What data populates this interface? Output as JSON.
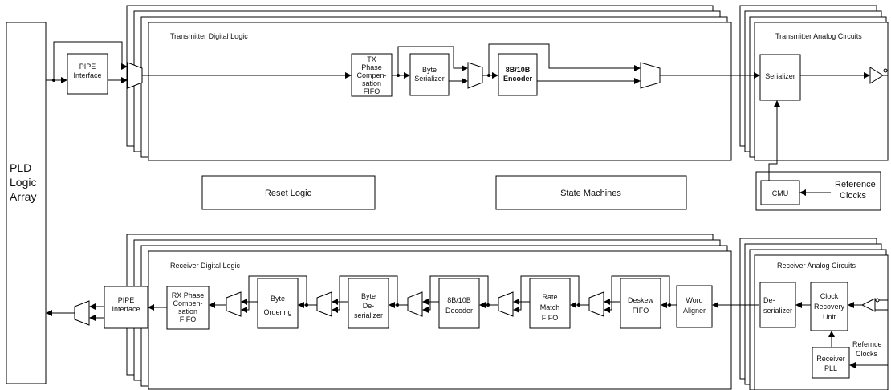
{
  "pld": [
    "PLD",
    "Logic",
    "Array"
  ],
  "tx_digital": {
    "title": "Transmitter Digital Logic",
    "pipe": [
      "PIPE",
      "Interface"
    ],
    "phase_fifo": [
      "TX",
      "Phase",
      "Compen-",
      "sation",
      "FIFO"
    ],
    "byte_serializer": [
      "Byte",
      "Serializer"
    ],
    "encoder": [
      "8B/10B",
      "Encoder"
    ]
  },
  "tx_analog": {
    "title": "Transmitter Analog Circuits",
    "serializer": "Serializer",
    "cmu": "CMU",
    "ref_clocks": [
      "Reference",
      "Clocks"
    ]
  },
  "middle": {
    "reset_logic": "Reset Logic",
    "state_machines": "State Machines"
  },
  "rx_digital": {
    "title": "Receiver Digital Logic",
    "pipe": [
      "PIPE",
      "Interface"
    ],
    "phase_fifo": [
      "RX Phase",
      "Compen-",
      "sation",
      "FIFO"
    ],
    "byte_ordering": [
      "Byte",
      "Ordering"
    ],
    "byte_deserializer": [
      "Byte",
      "De-",
      "serializer"
    ],
    "decoder": [
      "8B/10B",
      "Decoder"
    ],
    "rate_match": [
      "Rate",
      "Match",
      "FIFO"
    ],
    "deskew": [
      "Deskew",
      "FIFO"
    ],
    "word_aligner": [
      "Word",
      "Aligner"
    ]
  },
  "rx_analog": {
    "title": "Receiver Analog Circuits",
    "deserializer": [
      "De-",
      "serializer"
    ],
    "cru": [
      "Clock",
      "Recovery",
      "Unit"
    ],
    "pll": [
      "Receiver",
      "PLL"
    ],
    "ref_clocks": [
      "Refernce",
      "Clocks"
    ]
  }
}
